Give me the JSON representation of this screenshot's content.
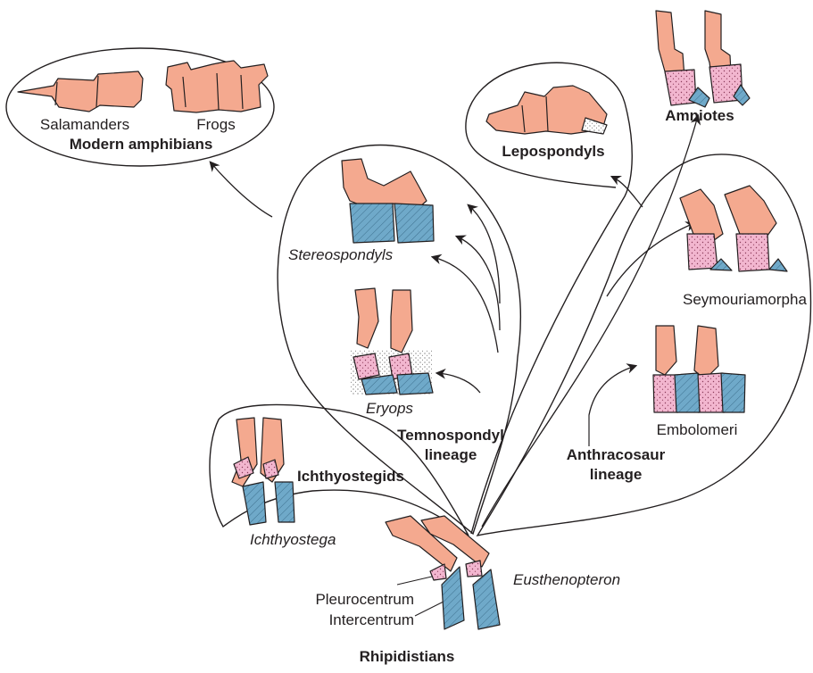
{
  "labels": {
    "salamanders": "Salamanders",
    "frogs": "Frogs",
    "modern_amphibians": "Modern amphibians",
    "lepospondyls": "Lepospondyls",
    "amniotes": "Amniotes",
    "stereospondyls": "Stereospondyls",
    "eryops": "Eryops",
    "temnospondyl_lineage_1": "Temnospondyl",
    "temnospondyl_lineage_2": "lineage",
    "seymouriamorpha": "Seymouriamorpha",
    "embolomeri": "Embolomeri",
    "anthracosaur_lineage_1": "Anthracosaur",
    "anthracosaur_lineage_2": "lineage",
    "ichthyostegids": "Ichthyostegids",
    "ichthyostega": "Ichthyostega",
    "eusthenopteron": "Eusthenopteron",
    "pleurocentrum": "Pleurocentrum",
    "intercentrum": "Intercentrum",
    "rhipidistians": "Rhipidistians"
  },
  "colors": {
    "neural_arch": "#f4a98f",
    "pleurocentrum": "#f2b6cf",
    "intercentrum": "#6fa9c9",
    "outline": "#231f20"
  }
}
